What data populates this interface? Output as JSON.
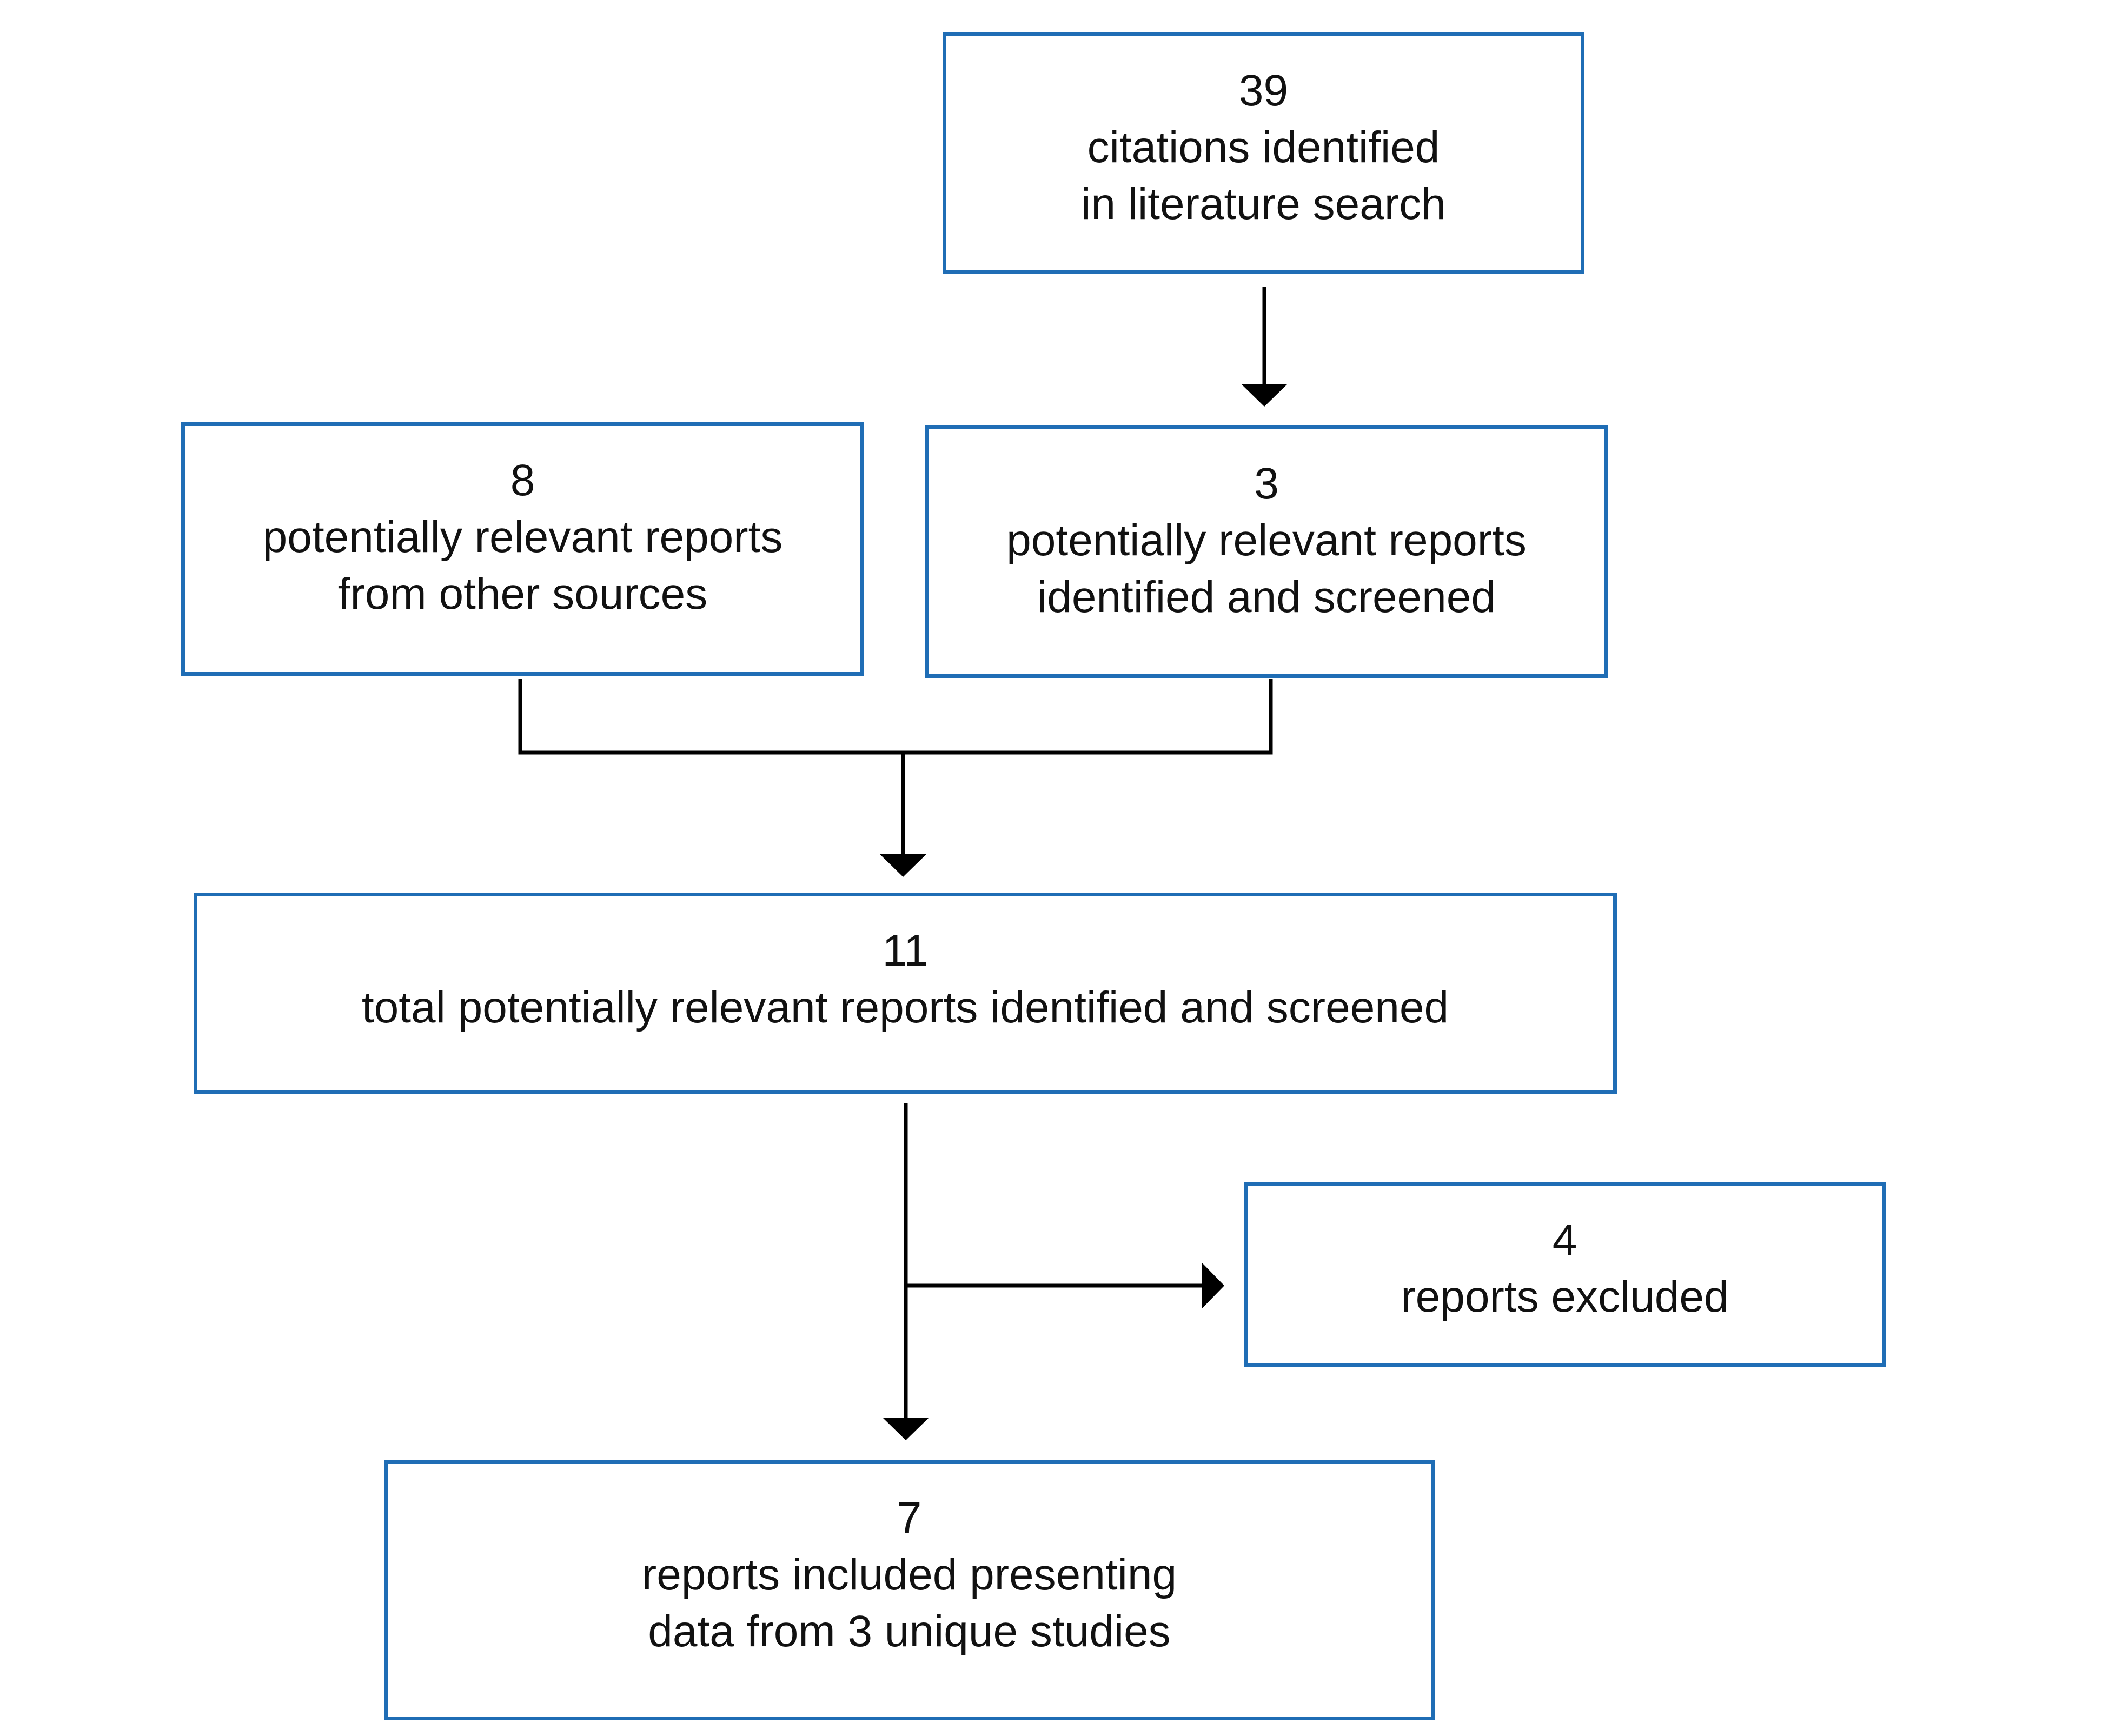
{
  "boxes": {
    "search": {
      "count": "39",
      "line1": "citations identified",
      "line2": "in literature search"
    },
    "other_sources": {
      "count": "8",
      "line1": "potentially relevant reports",
      "line2": "from other sources"
    },
    "screened": {
      "count": "3",
      "line1": "potentially relevant reports",
      "line2": "identified and screened"
    },
    "total": {
      "count": "11",
      "line1": "total potentially relevant reports identified and screened"
    },
    "excluded": {
      "count": "4",
      "line1": "reports excluded"
    },
    "included": {
      "count": "7",
      "line1": "reports included presenting",
      "line2": "data from 3 unique studies"
    }
  },
  "colors": {
    "box_border": "#1f6db5",
    "connector": "#000000"
  }
}
